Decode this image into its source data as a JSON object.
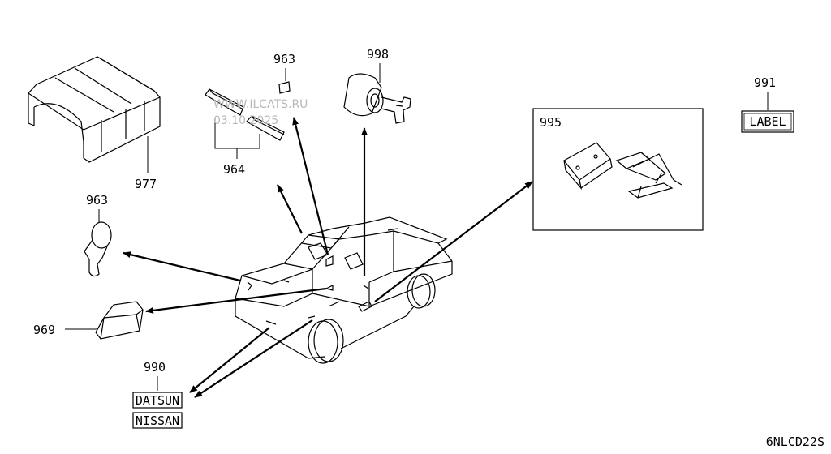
{
  "callouts": {
    "p963_top": "963",
    "p998": "998",
    "p991": "991",
    "p995": "995",
    "p977": "977",
    "p964": "964",
    "p963_left": "963",
    "p969": "969",
    "p990": "990"
  },
  "badges": {
    "label_plate": "LABEL",
    "emblem_datsun": "DATSUN",
    "emblem_nissan": "NISSAN"
  },
  "watermark": {
    "site": "WWW.ILCATS.RU",
    "date": "03.10.2025"
  },
  "diagram_code": "6NLCD22S",
  "colors": {
    "ink": "#000000",
    "watermark": "#b8b8b8",
    "background": "#ffffff"
  }
}
